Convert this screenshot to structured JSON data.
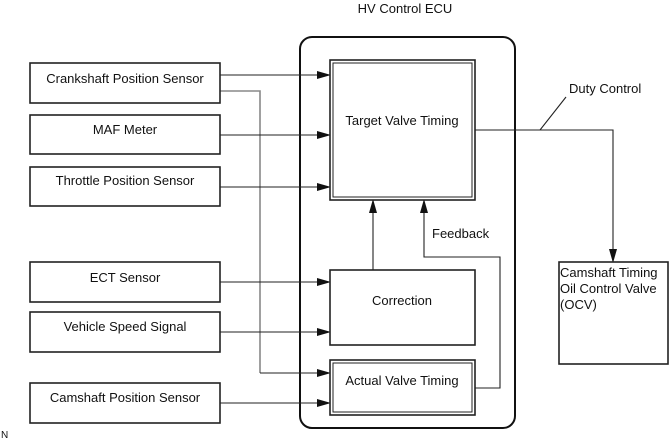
{
  "diagram": {
    "ecu_title": "HV Control ECU",
    "inputs": [
      {
        "id": "crankshaft",
        "label": "Crankshaft Position Sensor"
      },
      {
        "id": "maf",
        "label": "MAF Meter"
      },
      {
        "id": "throttle",
        "label": "Throttle Position Sensor"
      },
      {
        "id": "ect",
        "label": "ECT Sensor"
      },
      {
        "id": "speed",
        "label": "Vehicle Speed Signal"
      },
      {
        "id": "camshaft",
        "label": "Camshaft Position Sensor"
      }
    ],
    "blocks": {
      "target": "Target Valve Timing",
      "correction": "Correction",
      "actual": "Actual Valve Timing"
    },
    "output": {
      "line1": "Camshaft Timing",
      "line2": "Oil Control Valve",
      "line3": "(OCV)"
    },
    "labels": {
      "feedback": "Feedback",
      "duty_control": "Duty Control",
      "corner_mark": "N"
    },
    "connections": [
      {
        "from": "crankshaft",
        "to": "target"
      },
      {
        "from": "crankshaft",
        "to": "actual"
      },
      {
        "from": "maf",
        "to": "target"
      },
      {
        "from": "throttle",
        "to": "target"
      },
      {
        "from": "ect",
        "to": "correction"
      },
      {
        "from": "speed",
        "to": "correction"
      },
      {
        "from": "camshaft",
        "to": "actual"
      },
      {
        "from": "correction",
        "to": "target"
      },
      {
        "from": "actual",
        "to": "target",
        "label": "Feedback"
      },
      {
        "from": "target",
        "to": "ocv",
        "label": "Duty Control"
      }
    ]
  }
}
